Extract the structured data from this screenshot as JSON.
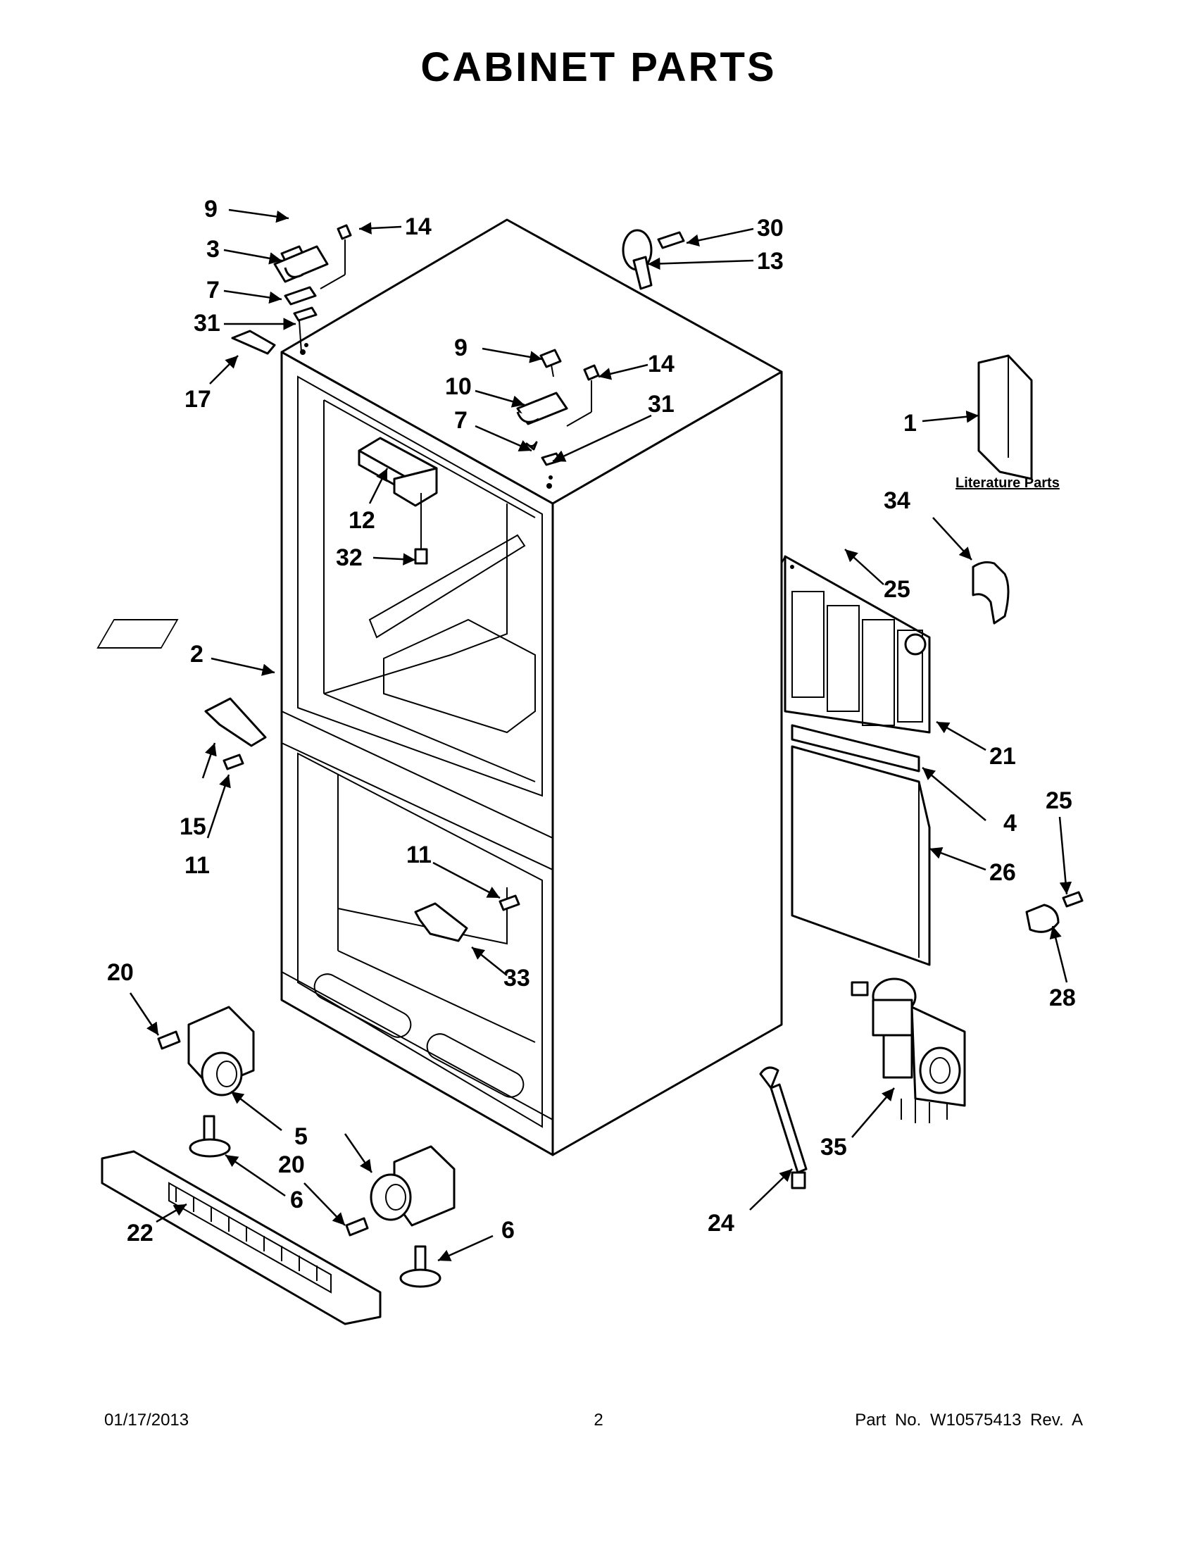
{
  "header": {
    "title": "CABINET PARTS"
  },
  "footer": {
    "date": "01/17/2013",
    "page": "2",
    "part_number": "Part No.  W10575413  Rev.  A"
  },
  "literature_label": "Literature Parts",
  "callouts": {
    "c9a": "9",
    "c14a": "14",
    "c3": "3",
    "c7a": "7",
    "c31a": "31",
    "c17": "17",
    "c30": "30",
    "c13": "13",
    "c9b": "9",
    "c10": "10",
    "c7b": "7",
    "c14b": "14",
    "c31b": "31",
    "c1": "1",
    "c34": "34",
    "c25a": "25",
    "c21": "21",
    "c4": "4",
    "c26": "26",
    "c25b": "25",
    "c28": "28",
    "c12": "12",
    "c32": "32",
    "c2": "2",
    "c15": "15",
    "c11a": "11",
    "c11b": "11",
    "c33": "33",
    "c20a": "20",
    "c5": "5",
    "c20b": "20",
    "c6a": "6",
    "c6b": "6",
    "c22": "22",
    "c24": "24",
    "c35": "35"
  }
}
